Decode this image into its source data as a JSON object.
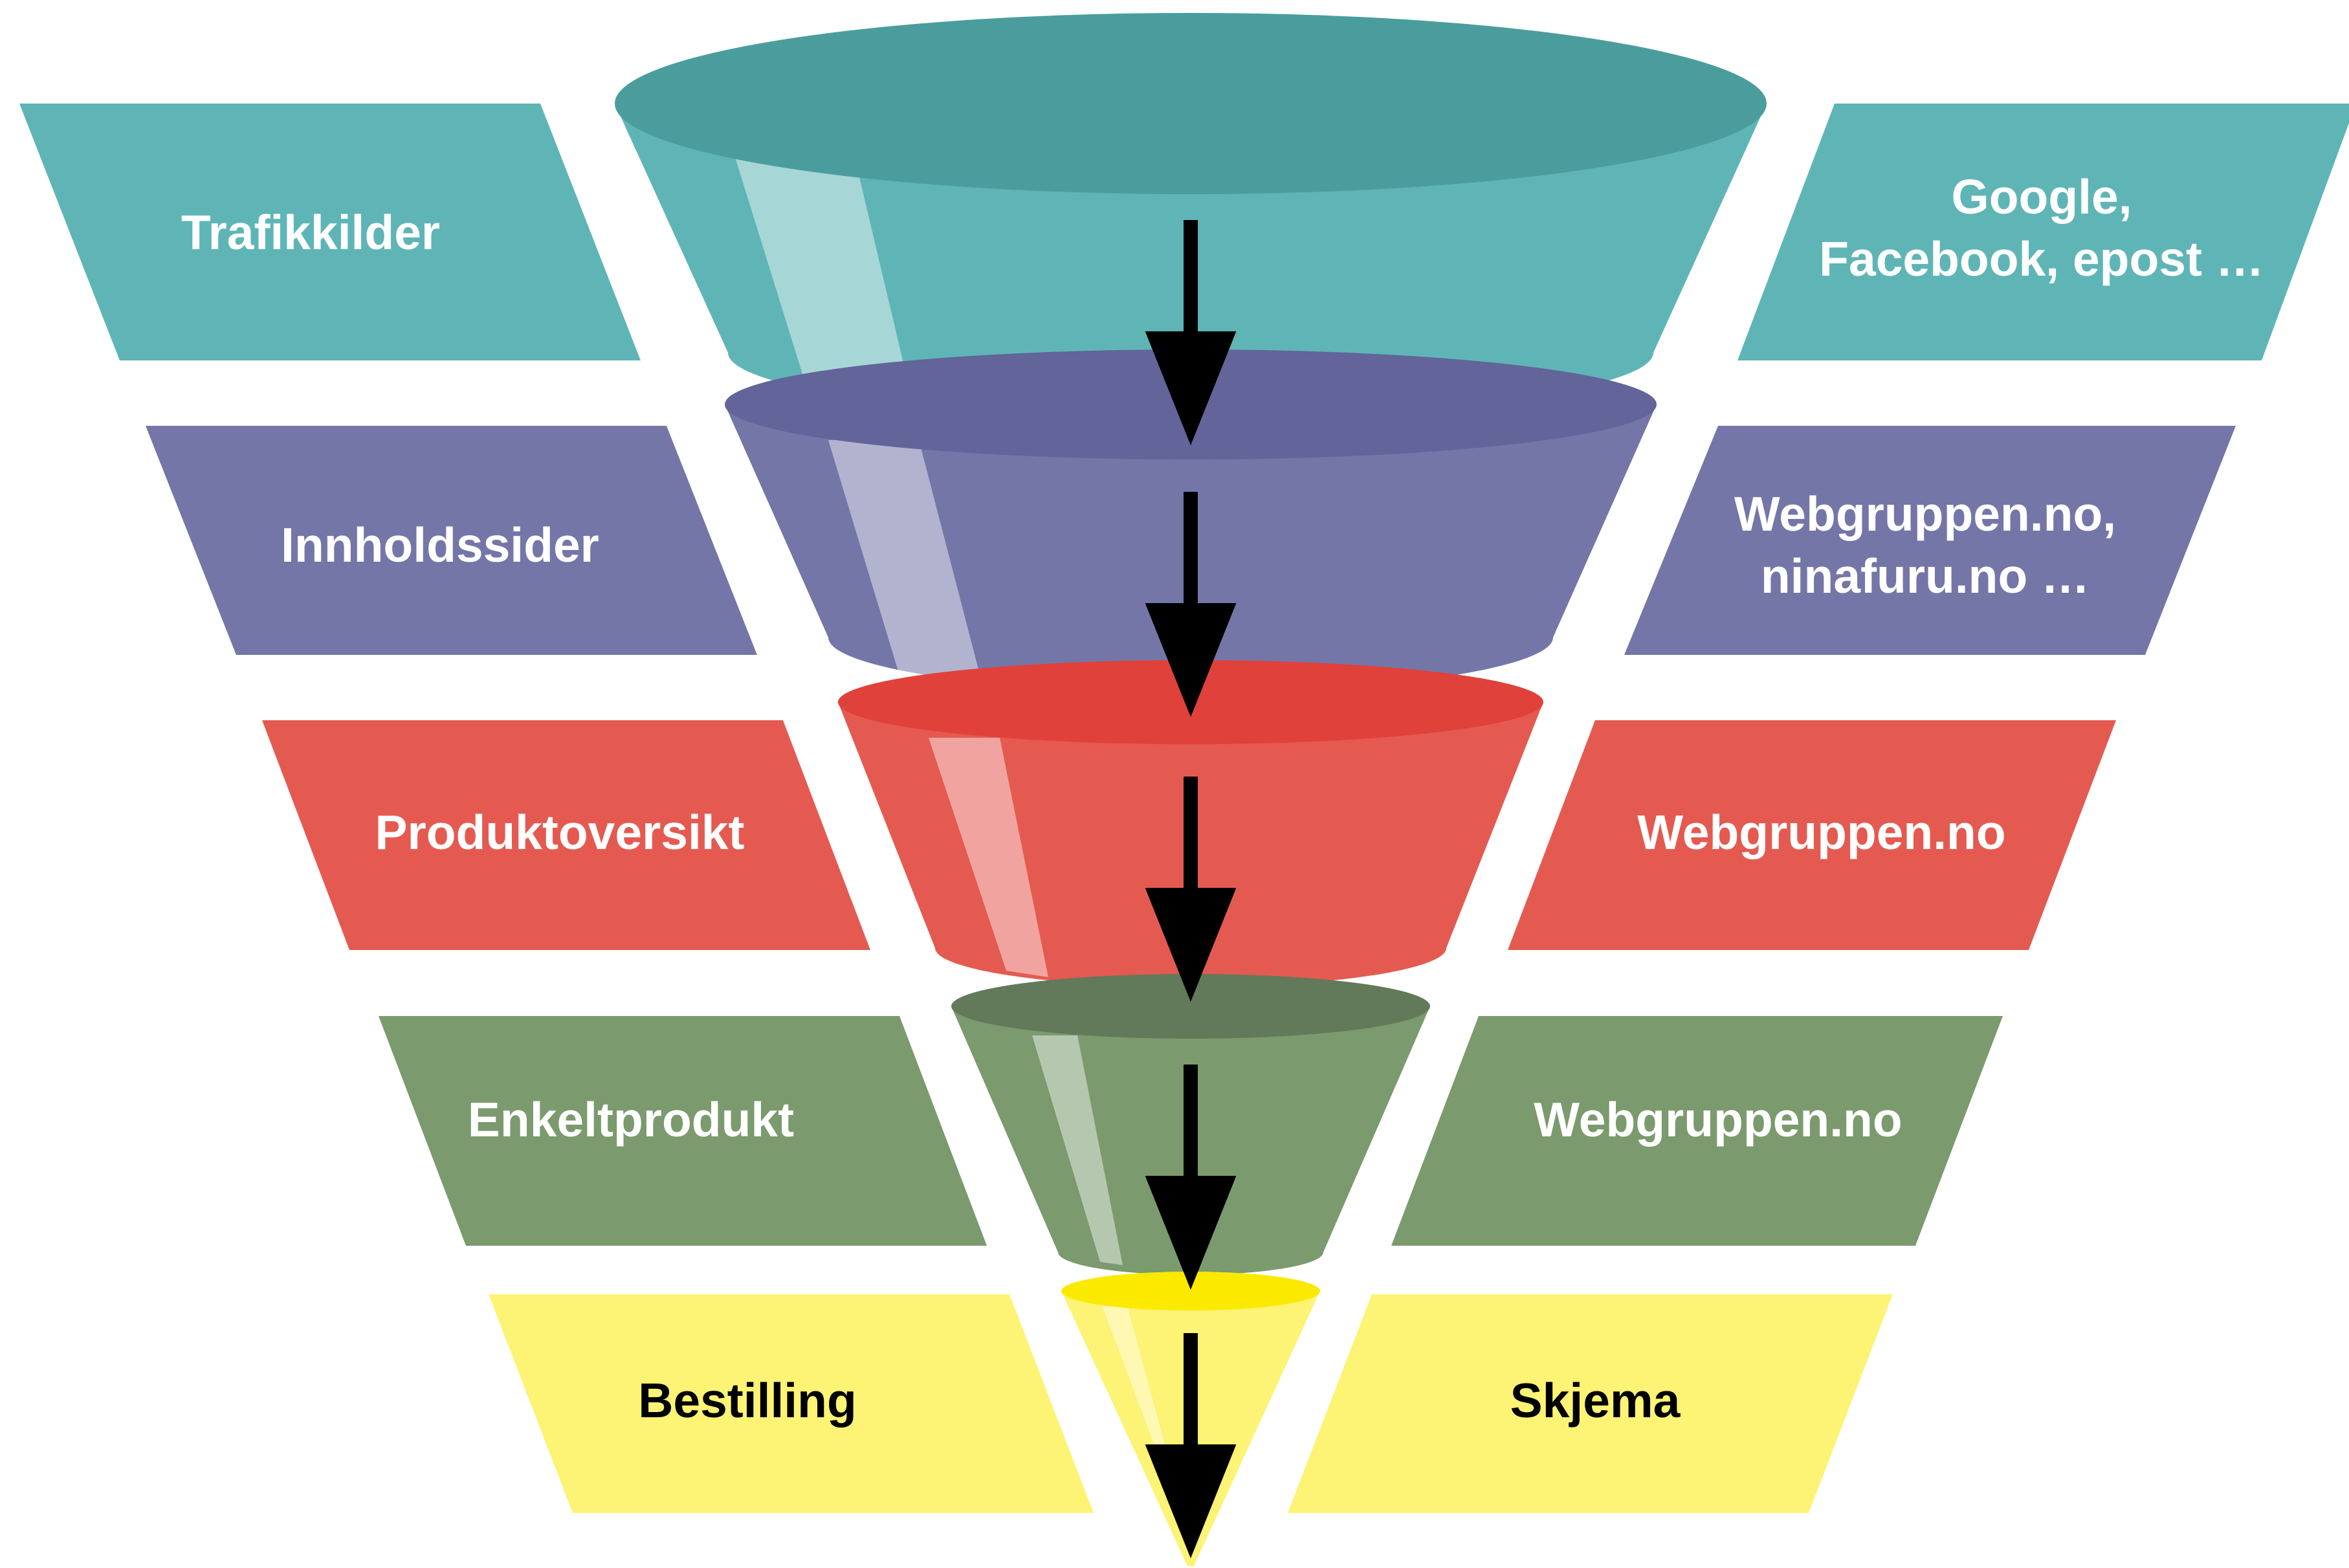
{
  "stages": [
    {
      "left_label": "Trafikkilder",
      "right_label": "Google,\nFacebook, epost …",
      "color": "#5fb5b6",
      "rim_color": "#4b9d9d",
      "text_color": "#ffffff"
    },
    {
      "left_label": "Innholdssider",
      "right_label": "Webgruppen.no,\nninafuru.no …",
      "color": "#7476a8",
      "rim_color": "#62649a",
      "text_color": "#ffffff"
    },
    {
      "left_label": "Produktoversikt",
      "right_label": "Webgruppen.no",
      "color": "#e55a50",
      "rim_color": "#e0413a",
      "text_color": "#ffffff"
    },
    {
      "left_label": "Enkeltprodukt",
      "right_label": "Webgruppen.no",
      "color": "#7b9a6d",
      "rim_color": "#62795a",
      "text_color": "#ffffff"
    },
    {
      "left_label": "Bestilling",
      "right_label": "Skjema",
      "color": "#fdf374",
      "rim_color": "#fbe900",
      "text_color": "#000000"
    }
  ],
  "arrow_color": "#000000"
}
